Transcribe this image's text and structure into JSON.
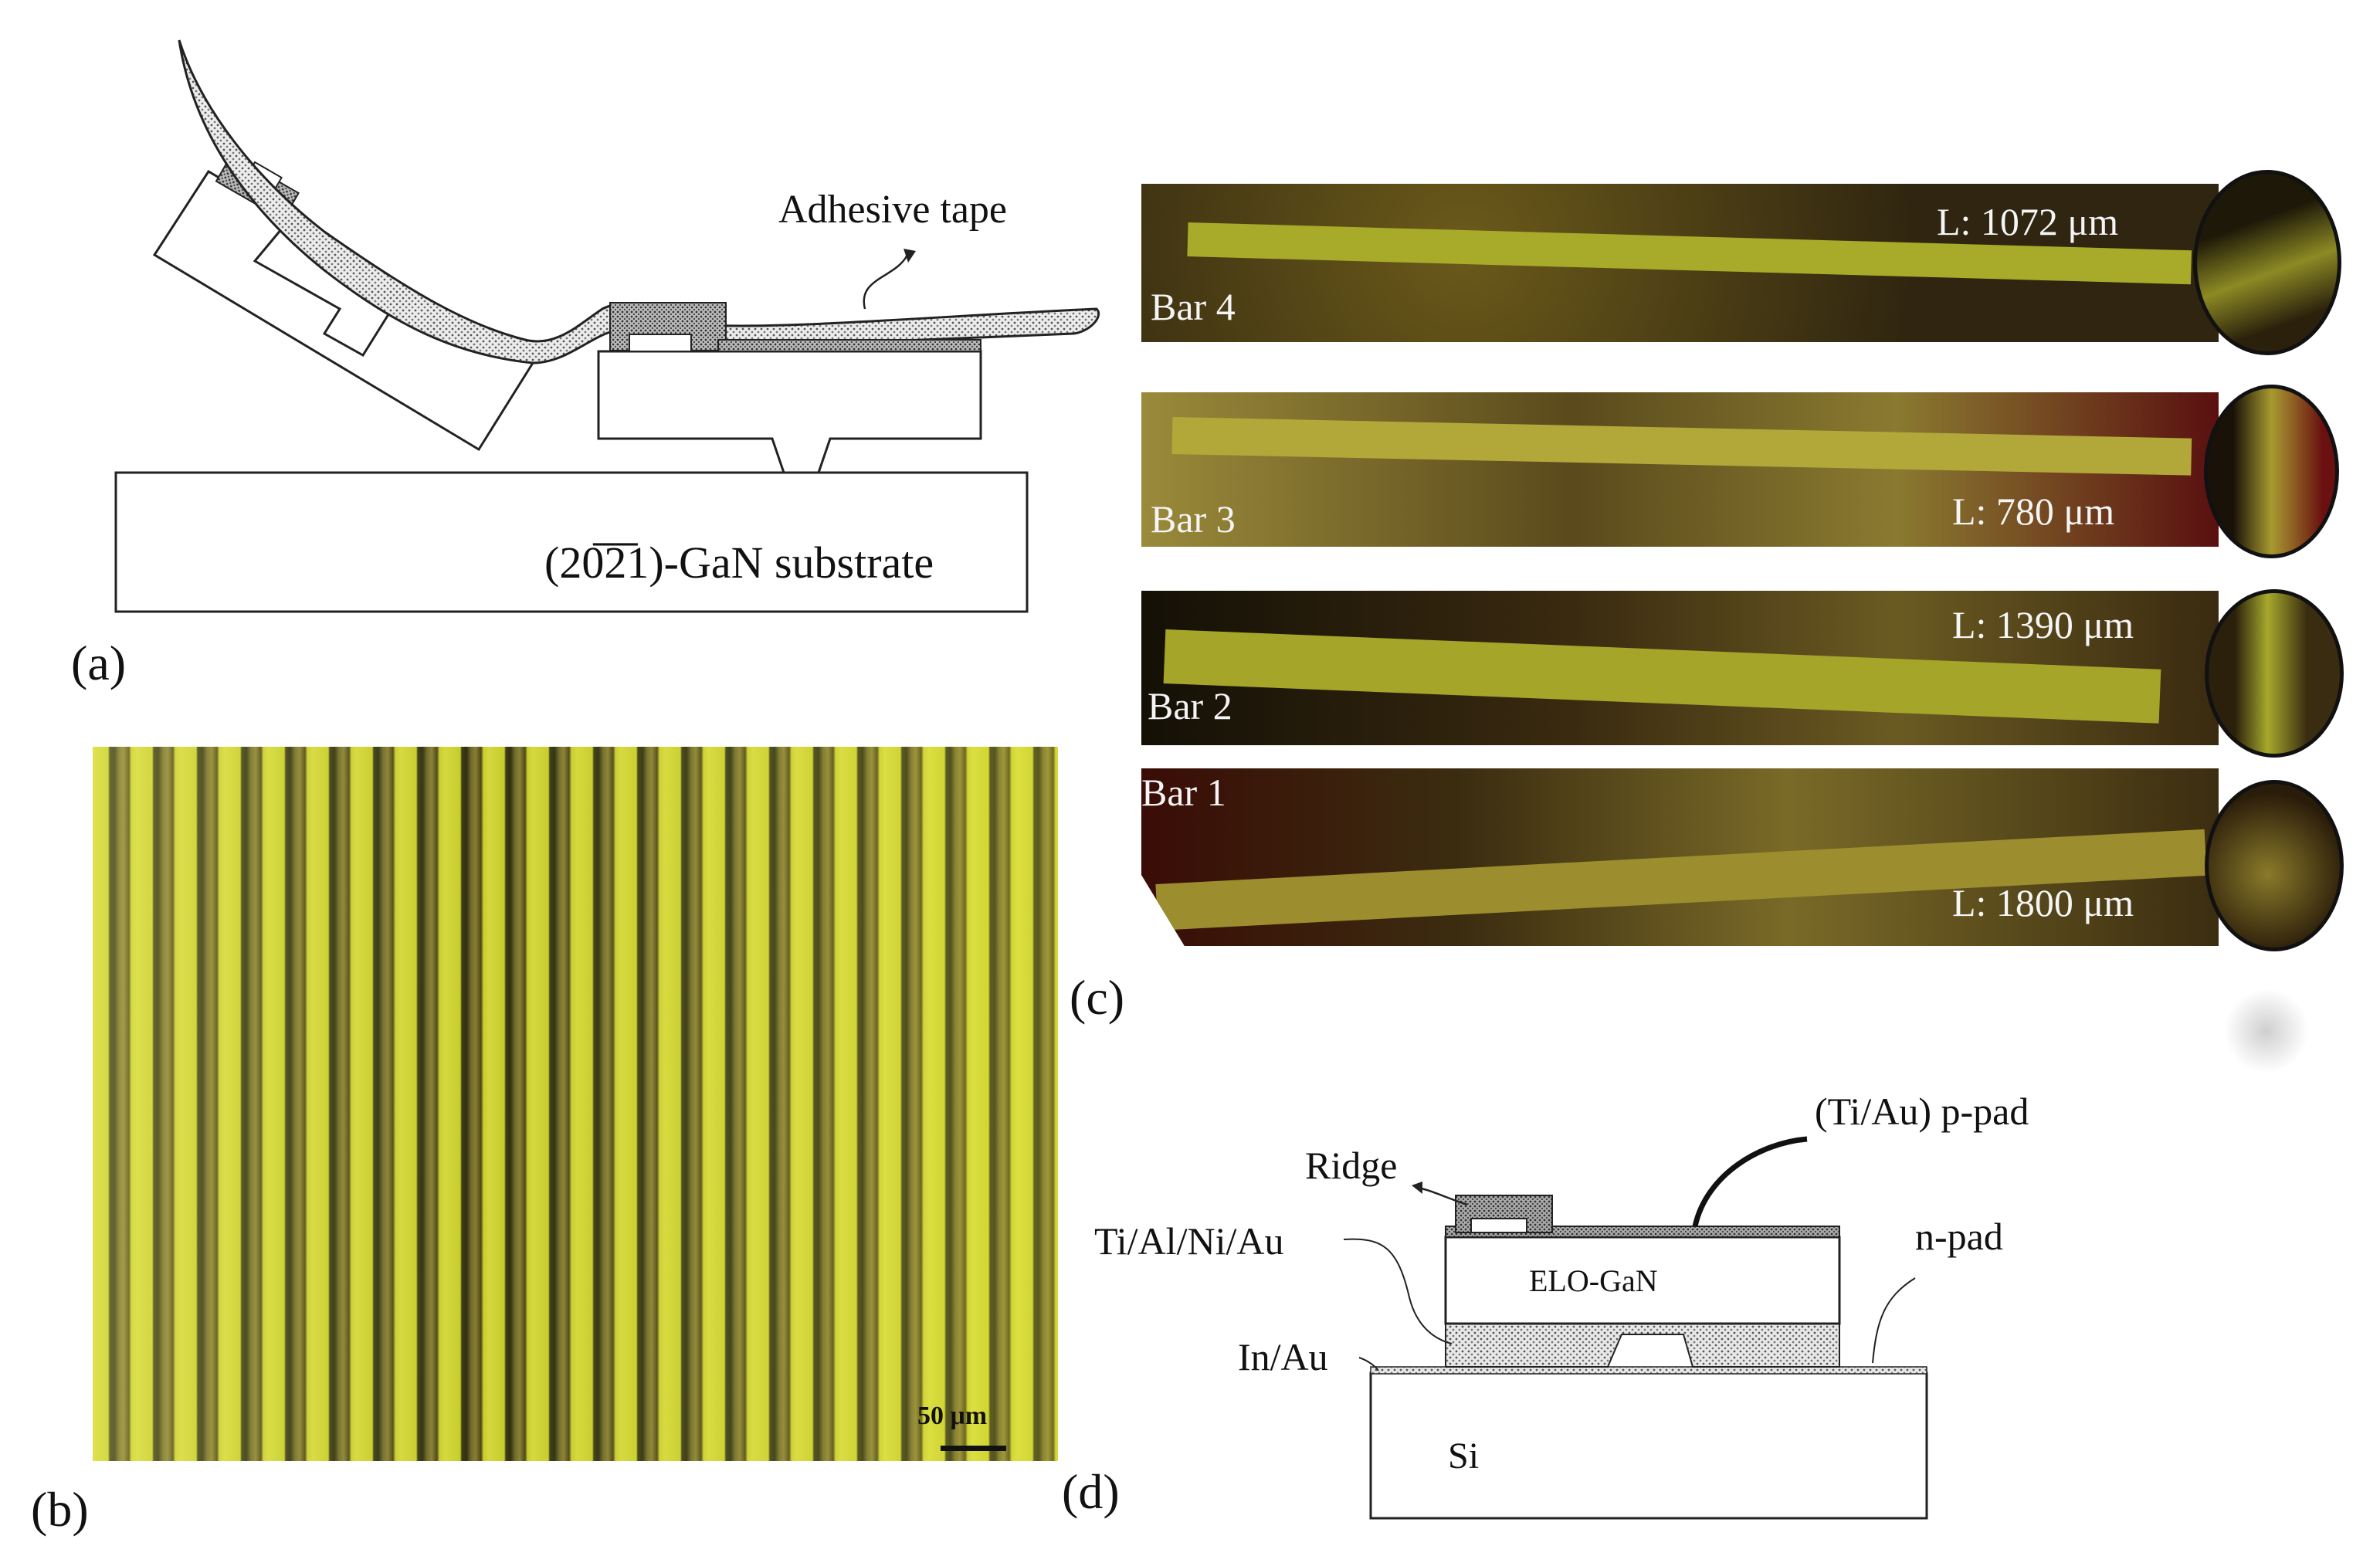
{
  "panel_a": {
    "label": "(a)",
    "adhesive_label": "Adhesive tape",
    "substrate_label": "(20̅2̅1)-GaN substrate"
  },
  "panel_b": {
    "label": "(b)",
    "scalebar_label": "50 μm"
  },
  "panel_c": {
    "label": "(c)",
    "bars": [
      {
        "name": "Bar 4",
        "length": "L: 1072 μm"
      },
      {
        "name": "Bar 3",
        "length": "L: 780 μm"
      },
      {
        "name": "Bar 2",
        "length": "L: 1390 μm"
      },
      {
        "name": "Bar 1",
        "length": "L: 1800 μm"
      }
    ]
  },
  "panel_d": {
    "label": "(d)",
    "ridge": "Ridge",
    "p_pad": "(Ti/Au) p-pad",
    "ti_al": "Ti/Al/Ni/Au",
    "n_pad": "n-pad",
    "in_au": "In/Au",
    "elo": "ELO-GaN",
    "si": "Si"
  },
  "colors": {
    "micrograph_yellow": "#c9cf28",
    "micrograph_dark": "#3a3a14",
    "bar_background": "#3b2d10",
    "bar_strip": "#a9ab2c"
  }
}
